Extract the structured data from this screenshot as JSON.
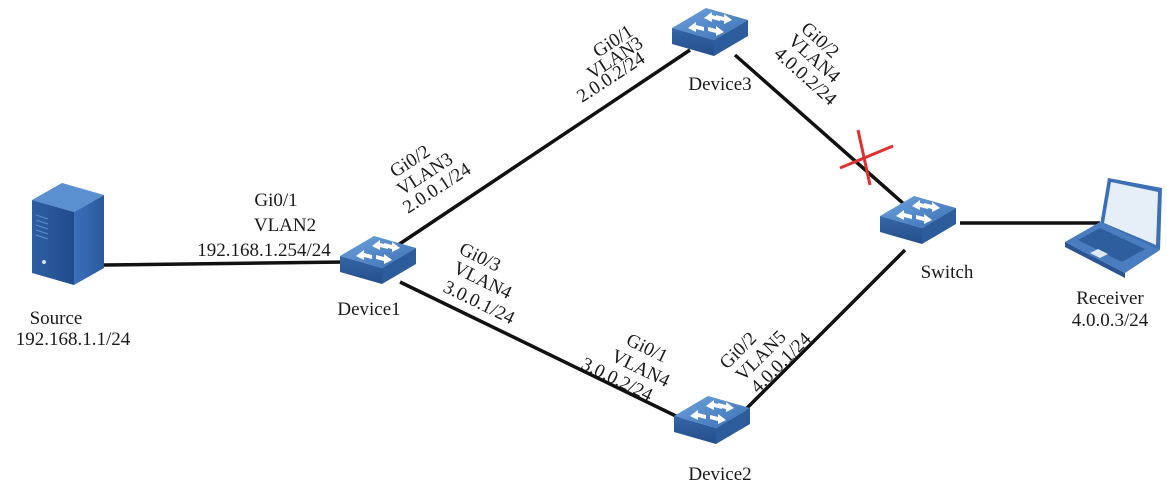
{
  "title": "Network topology",
  "nodes": {
    "source": {
      "name": "Source",
      "ip": "192.168.1.1/24",
      "icon": "server-icon"
    },
    "device1": {
      "name": "Device1",
      "icon": "switch-icon"
    },
    "device2": {
      "name": "Device2",
      "icon": "switch-icon"
    },
    "device3": {
      "name": "Device3",
      "icon": "switch-icon"
    },
    "switch": {
      "name": "Switch",
      "icon": "switch-icon"
    },
    "receiver": {
      "name": "Receiver",
      "ip": "4.0.0.3/24",
      "icon": "laptop-icon"
    }
  },
  "interfaces": {
    "d1_gi01": {
      "port": "Gi0/1",
      "vlan": "VLAN2",
      "ip": "192.168.1.254/24"
    },
    "d1_gi02": {
      "port": "Gi0/2",
      "vlan": "VLAN3",
      "ip": "2.0.0.1/24"
    },
    "d1_gi03": {
      "port": "Gi0/3",
      "vlan": "VLAN4",
      "ip": "3.0.0.1/24"
    },
    "d3_gi01": {
      "port": "Gi0/1",
      "vlan": "VLAN3",
      "ip": "2.0.0.2/24"
    },
    "d3_gi02": {
      "port": "Gi0/2",
      "vlan": "VLAN4",
      "ip": "4.0.0.2/24"
    },
    "d2_gi01": {
      "port": "Gi0/1",
      "vlan": "VLAN4",
      "ip": "3.0.0.2/24"
    },
    "d2_gi02": {
      "port": "Gi0/2",
      "vlan": "VLAN5",
      "ip": "4.0.0.1/24"
    }
  },
  "links": [
    {
      "from": "Source",
      "to": "Device1",
      "status": "up"
    },
    {
      "from": "Device1",
      "to": "Device3",
      "status": "up"
    },
    {
      "from": "Device1",
      "to": "Device2",
      "status": "up"
    },
    {
      "from": "Device3",
      "to": "Switch",
      "status": "down"
    },
    {
      "from": "Device2",
      "to": "Switch",
      "status": "up"
    },
    {
      "from": "Switch",
      "to": "Receiver",
      "status": "up"
    }
  ],
  "colors": {
    "device_blue": "#3f74b8",
    "link": "#111111",
    "fault_mark": "#e03030"
  }
}
